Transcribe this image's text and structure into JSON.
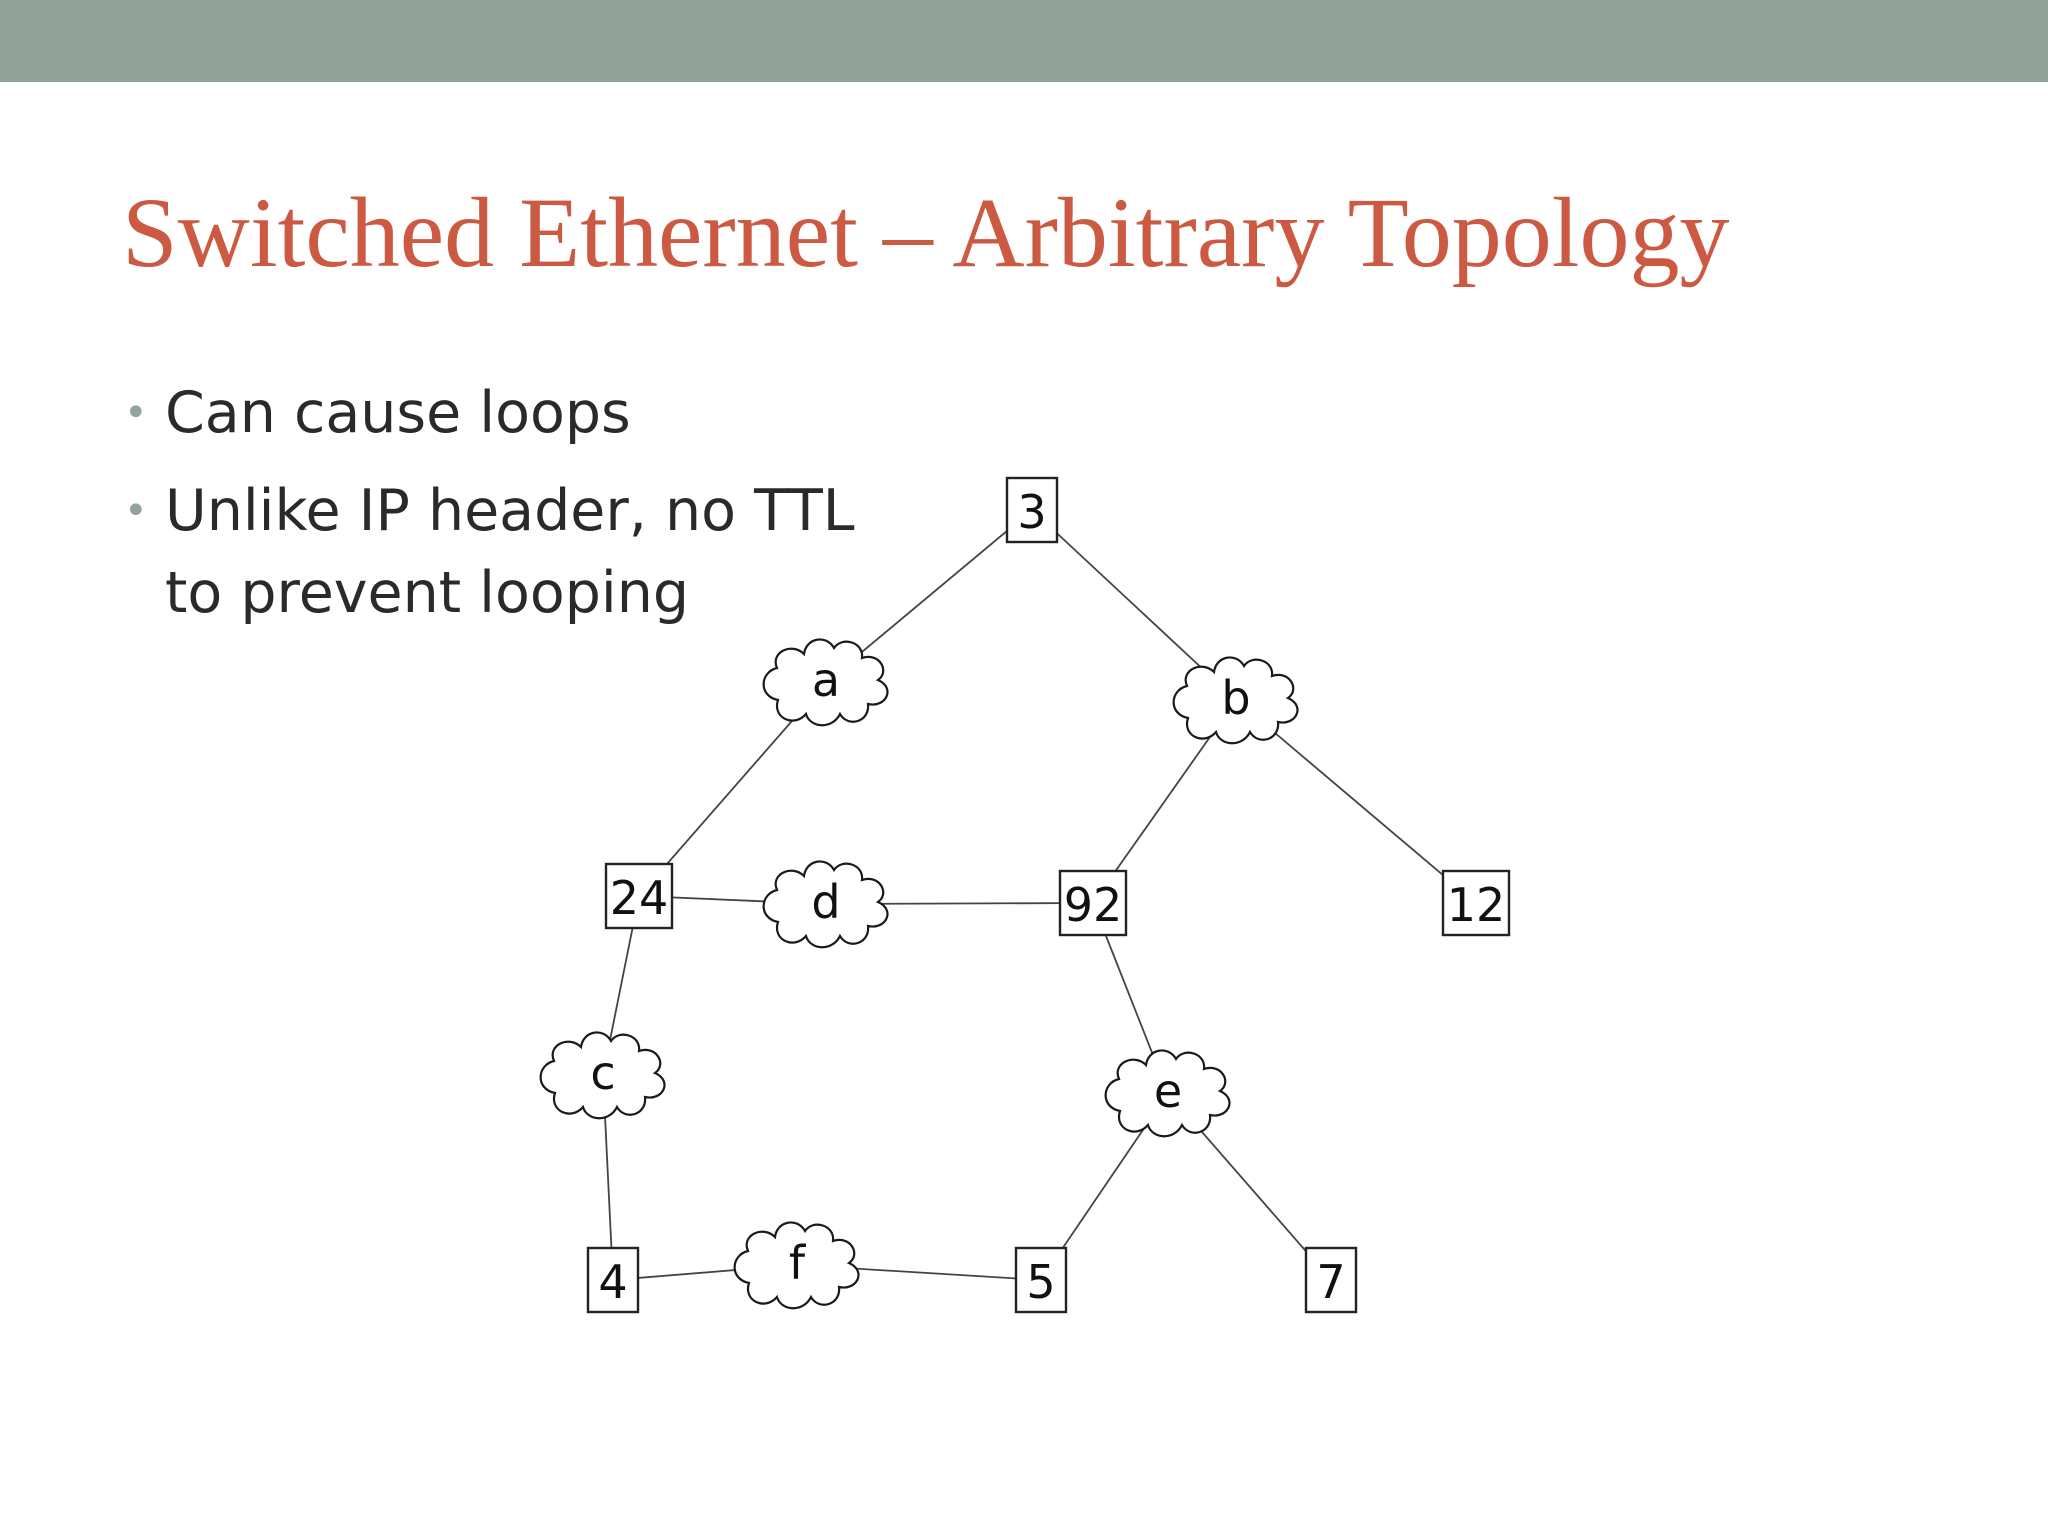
{
  "slide": {
    "title": "Switched Ethernet – Arbitrary Topology",
    "bullets": [
      "Can cause loops",
      "Unlike IP header, no TTL to prevent looping"
    ]
  },
  "colors": {
    "top_bar": "#91a39a",
    "title": "#cc5a43",
    "bullet_marker": "#91a39a",
    "text": "#2a2a2a"
  },
  "diagram": {
    "switches": [
      {
        "id": "3",
        "label": "3"
      },
      {
        "id": "24",
        "label": "24"
      },
      {
        "id": "92",
        "label": "92"
      },
      {
        "id": "12",
        "label": "12"
      },
      {
        "id": "4",
        "label": "4"
      },
      {
        "id": "5",
        "label": "5"
      },
      {
        "id": "7",
        "label": "7"
      }
    ],
    "segments": [
      {
        "id": "a",
        "label": "a"
      },
      {
        "id": "b",
        "label": "b"
      },
      {
        "id": "d",
        "label": "d"
      },
      {
        "id": "c",
        "label": "c"
      },
      {
        "id": "e",
        "label": "e"
      },
      {
        "id": "f",
        "label": "f"
      }
    ],
    "links": [
      [
        "3",
        "a"
      ],
      [
        "3",
        "b"
      ],
      [
        "a",
        "24"
      ],
      [
        "b",
        "92"
      ],
      [
        "b",
        "12"
      ],
      [
        "24",
        "d"
      ],
      [
        "d",
        "92"
      ],
      [
        "24",
        "c"
      ],
      [
        "92",
        "e"
      ],
      [
        "c",
        "4"
      ],
      [
        "4",
        "f"
      ],
      [
        "f",
        "5"
      ],
      [
        "e",
        "5"
      ],
      [
        "e",
        "7"
      ]
    ]
  }
}
